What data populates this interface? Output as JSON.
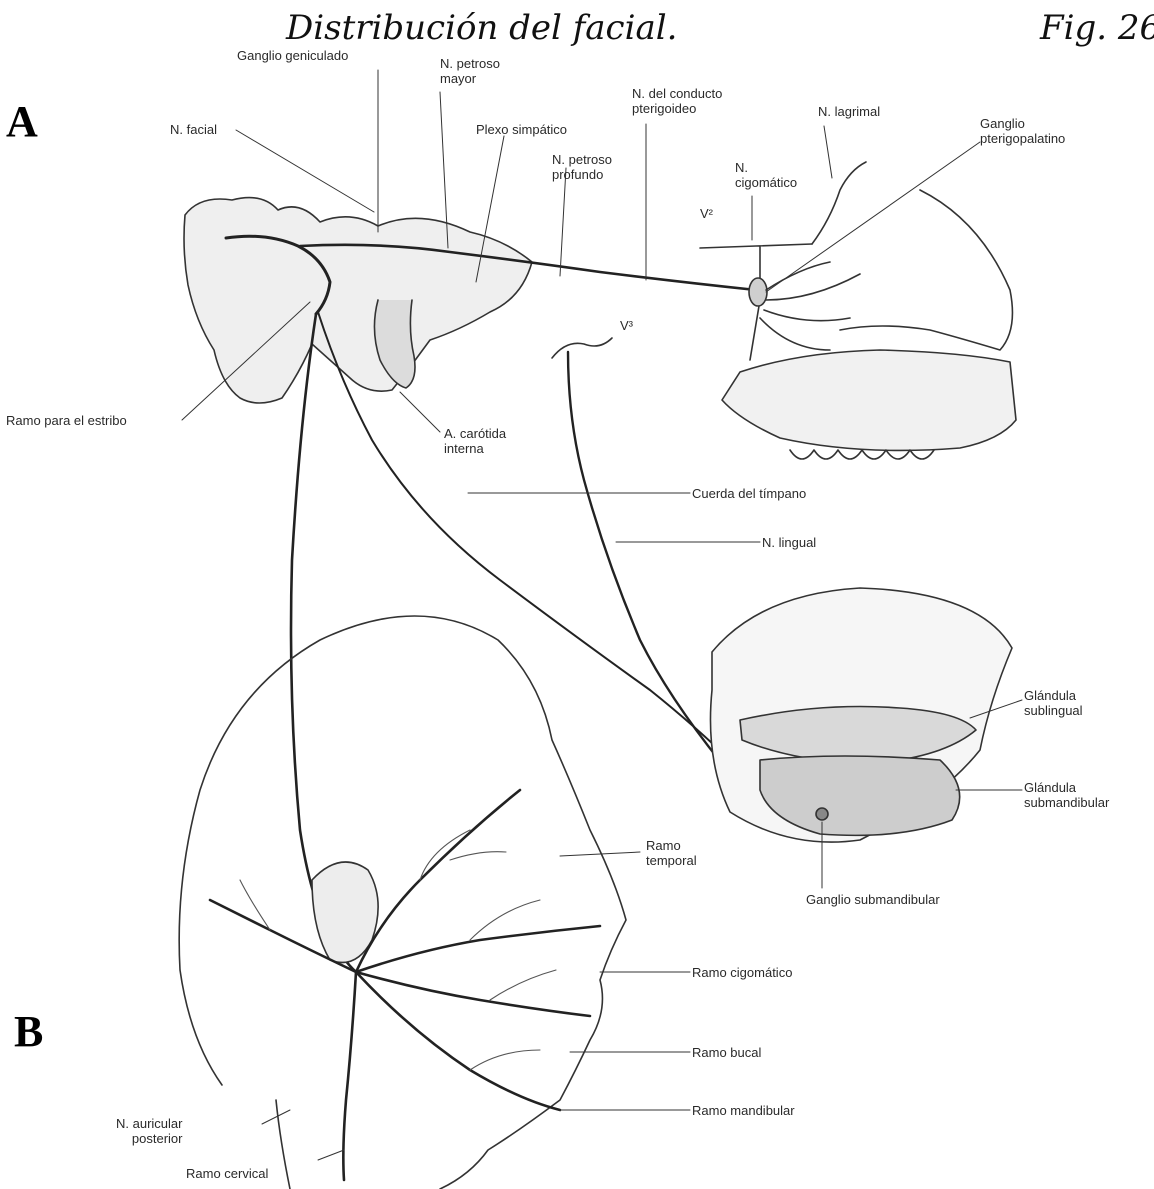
{
  "title": "Distribución del facial.",
  "figure_number": "Fig. 26",
  "panels": {
    "a": "A",
    "b": "B"
  },
  "labels": {
    "ganglio_geniculado": "Ganglio geniculado",
    "n_petroso_mayor_1": "N. petroso",
    "n_petroso_mayor_2": "mayor",
    "n_conducto_pterigoideo_1": "N. del conducto",
    "n_conducto_pterigoideo_2": "pterigoideo",
    "n_lagrimal": "N. lagrimal",
    "ganglio_pterigopalatino_1": "Ganglio",
    "ganglio_pterigopalatino_2": "pterigopalatino",
    "n_facial": "N. facial",
    "plexo_simpatico": "Plexo simpático",
    "n_petroso_profundo_1": "N. petroso",
    "n_petroso_profundo_2": "profundo",
    "n_cigomatico_1": "N.",
    "n_cigomatico_2": "cigomático",
    "v2": "V²",
    "v3": "V³",
    "ramo_estribo": "Ramo para el estribo",
    "carotida_1": "A. carótida",
    "carotida_2": "interna",
    "cuerda_timpano": "Cuerda del tímpano",
    "n_lingual": "N. lingual",
    "glandula_sublingual_1": "Glándula",
    "glandula_sublingual_2": "sublingual",
    "glandula_submandibular_1": "Glándula",
    "glandula_submandibular_2": "submandibular",
    "ganglio_submandibular": "Ganglio submandibular",
    "ramo_temporal_1": "Ramo",
    "ramo_temporal_2": "temporal",
    "ramo_cigomatico": "Ramo cigomático",
    "ramo_bucal": "Ramo bucal",
    "ramo_mandibular": "Ramo mandibular",
    "n_auricular_1": "N. auricular",
    "n_auricular_2": "posterior",
    "ramo_cervical": "Ramo cervical"
  }
}
